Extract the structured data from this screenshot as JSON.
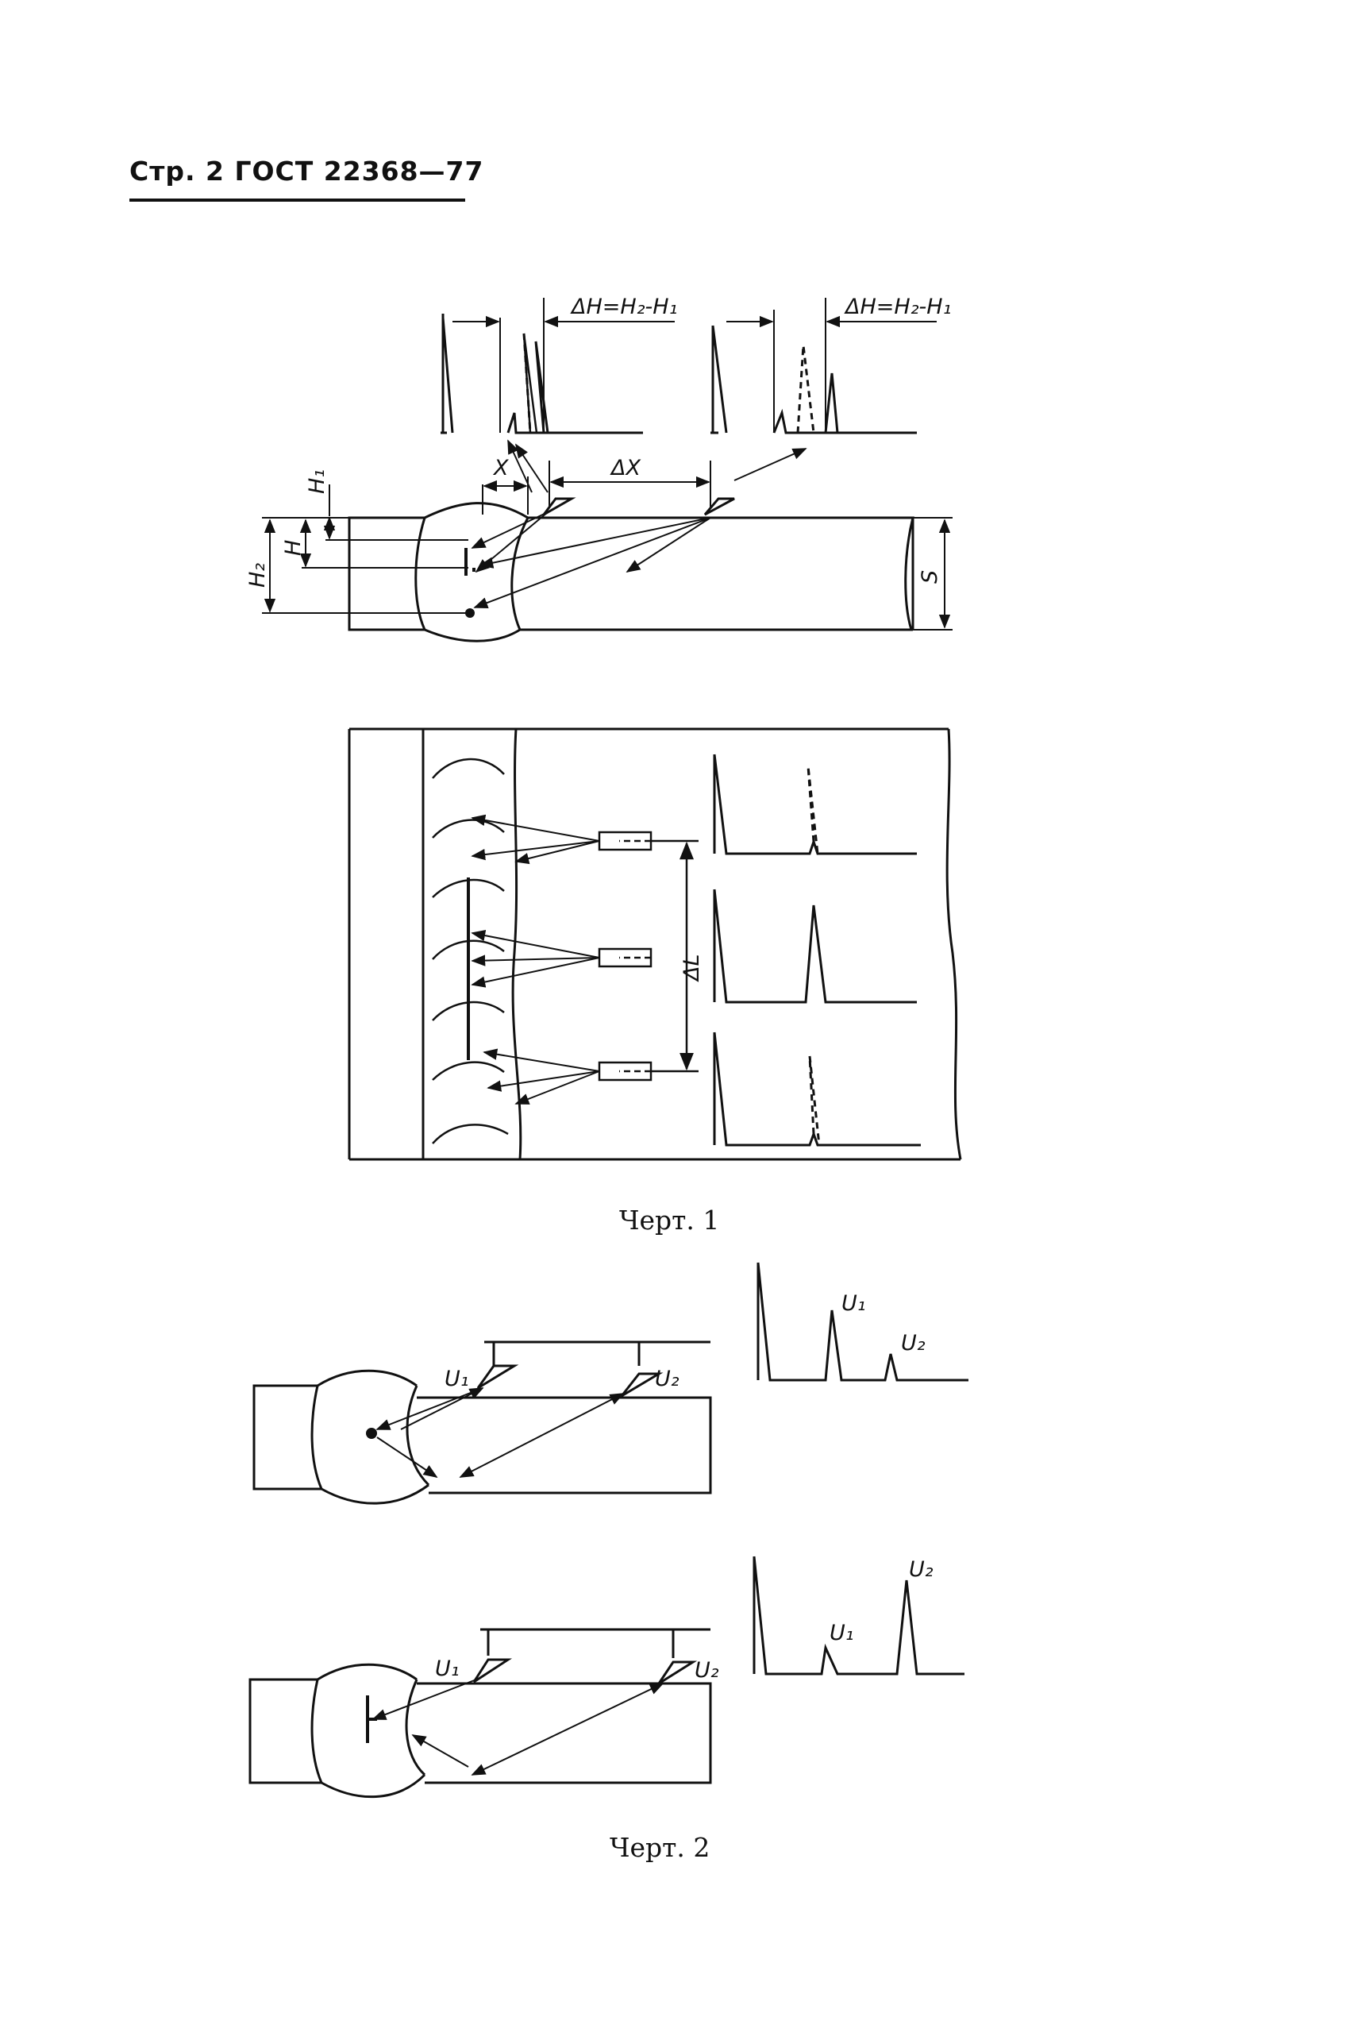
{
  "header": {
    "page": "Стр. 2",
    "standard": "ГОСТ 22368—77"
  },
  "figure1": {
    "caption": "Черт. 1",
    "labels": {
      "delta_h_left": "ΔH=H₂-H₁",
      "delta_h_right": "ΔH=H₂-H₁",
      "x": "X",
      "delta_x": "ΔX",
      "h1": "H₁",
      "h": "H",
      "h2": "H₂",
      "s": "S",
      "delta_l": "ΔL"
    }
  },
  "figure2": {
    "caption": "Черт. 2",
    "labels": {
      "top_u1_probe": "U₁",
      "top_u2_probe": "U₂",
      "top_u1_echo": "U₁",
      "top_u2_echo": "U₂",
      "bottom_u1_probe": "U₁",
      "bottom_u2_probe": "U₂",
      "bottom_u1_echo": "U₁",
      "bottom_u2_echo": "U₂"
    }
  }
}
